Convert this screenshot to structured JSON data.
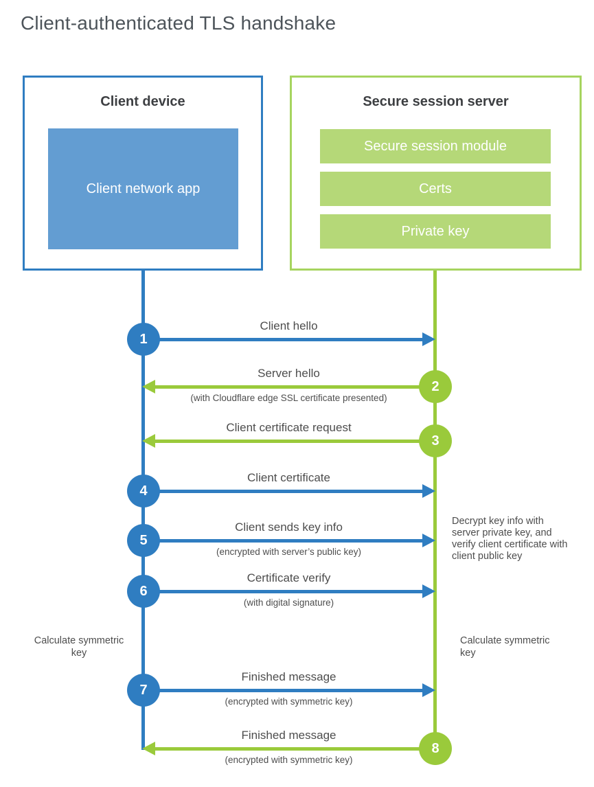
{
  "title": "Client-authenticated TLS handshake",
  "colors": {
    "blue": "#2f7dc1",
    "blue_light": "#639dd2",
    "green": "#9aca3b",
    "green_light": "#b5d878",
    "green_border": "#a6d45f",
    "label_text": "#4d4d4d"
  },
  "client": {
    "title": "Client device",
    "inner_label": "Client network app"
  },
  "server": {
    "title": "Secure session server",
    "modules": [
      "Secure session module",
      "Certs",
      "Private key"
    ]
  },
  "steps": [
    {
      "num": "1",
      "from": "client",
      "label": "Client hello",
      "sublabel": ""
    },
    {
      "num": "2",
      "from": "server",
      "label": "Server hello",
      "sublabel": "(with Cloudflare edge SSL certificate presented)"
    },
    {
      "num": "3",
      "from": "server",
      "label": "Client certificate request",
      "sublabel": ""
    },
    {
      "num": "4",
      "from": "client",
      "label": "Client certificate",
      "sublabel": ""
    },
    {
      "num": "5",
      "from": "client",
      "label": "Client sends key info",
      "sublabel": "(encrypted with server’s public key)"
    },
    {
      "num": "6",
      "from": "client",
      "label": "Certificate verify",
      "sublabel": "(with digital signature)"
    },
    {
      "num": "7",
      "from": "client",
      "label": "Finished message",
      "sublabel": "(encrypted with symmetric key)"
    },
    {
      "num": "8",
      "from": "server",
      "label": "Finished message",
      "sublabel": "(encrypted with symmetric key)"
    }
  ],
  "annotations": {
    "decrypt_note": "Decrypt key info with server private key, and verify client certificate with client public key",
    "calculate_left": "Calculate symmetric key",
    "calculate_right": "Calculate symmetric key"
  }
}
